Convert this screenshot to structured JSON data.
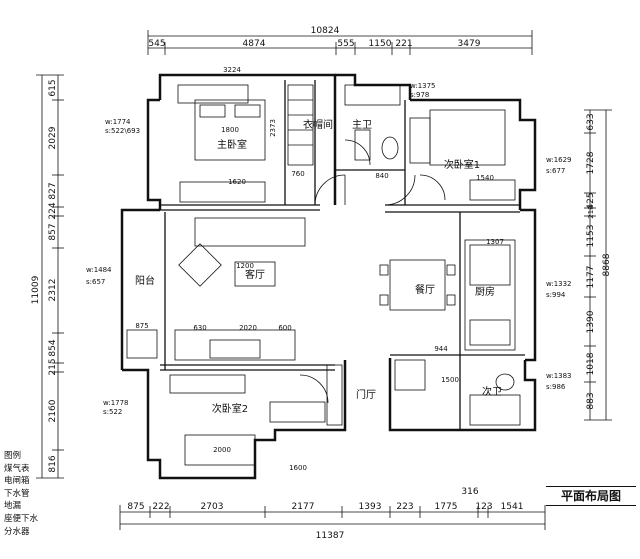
{
  "title": "平面布局图",
  "legend": {
    "heading": "图例",
    "items": [
      "煤气表",
      "电闸箱",
      "下水管",
      "地漏",
      "座便下水",
      "分水器"
    ]
  },
  "dims": {
    "top_total": "10824",
    "top": [
      "545",
      "4874",
      "555",
      "1150",
      "221",
      "3479"
    ],
    "bottom_total": "11387",
    "bottom": [
      "875",
      "222",
      "2703",
      "2177",
      "1393",
      "223",
      "1775",
      "123",
      "1541"
    ],
    "bottom_extra": "316",
    "left_total": "11009",
    "left": [
      "615",
      "2029",
      "827",
      "224",
      "857",
      "2312",
      "854",
      "215",
      "2160",
      "816"
    ],
    "right_total": "8868",
    "right": [
      "633",
      "1728",
      "425",
      "213",
      "1153",
      "1177",
      "1390",
      "1018",
      "883"
    ]
  },
  "rooms": {
    "master_bedroom": "主卧室",
    "closet": "衣帽间",
    "master_bath": "主卫",
    "second_bedroom_1": "次卧室1",
    "balcony": "阳台",
    "living_room": "客厅",
    "dining_room": "餐厅",
    "kitchen": "厨房",
    "second_bedroom_2": "次卧室2",
    "second_bath": "次卫",
    "foyer": "门厅"
  },
  "annotations": {
    "master_w": "w:1774",
    "master_s": "s:522\\693",
    "bath_w": "w:1375",
    "bath_s": "s:978",
    "bed1_w": "w:1629",
    "bed1_s": "s:677",
    "balcony_w": "w:1484",
    "balcony_s": "s:657",
    "kitchen_w": "w:1332",
    "kitchen_s": "s:994",
    "bed2_w": "w:1778",
    "bed2_s": "s:522",
    "bath2_w": "w:1383",
    "bath2_s": "s:986",
    "inner": {
      "d3224": "3224",
      "d1800": "1800",
      "d2373": "2373",
      "d1620": "1620",
      "d1540": "1540",
      "d760": "760",
      "d840": "840",
      "d1307": "1307",
      "d944": "944",
      "d2020": "2020",
      "d630": "630",
      "d600": "600",
      "d1600": "1600",
      "d2000": "2000",
      "d875": "875",
      "d1200": "1200",
      "d1500": "1500"
    }
  }
}
